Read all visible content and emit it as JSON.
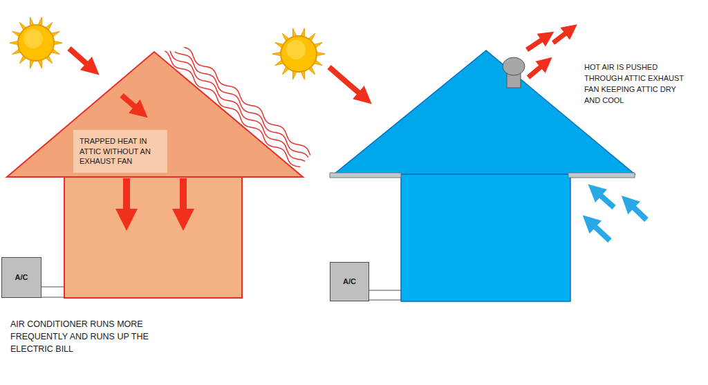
{
  "diagram": {
    "nodes": [
      {
        "text": [
          "TRAPPED HEAT IN ATTIC WITHOUT AN EXHAUST FAN"
        ]
      },
      {
        "text": [
          "A/C"
        ]
      },
      {
        "text": [
          "A/C"
        ]
      }
    ],
    "labels": [
      "HOT AIR IS PUSHED THROUGH ATTIC EXHAUST FAN KEEPING ATTIC DRY AND COOL",
      "AIR CONDITIONER RUNS MORE FREQUENTLY AND RUNS UP THE ELECTRIC BILL"
    ]
  }
}
